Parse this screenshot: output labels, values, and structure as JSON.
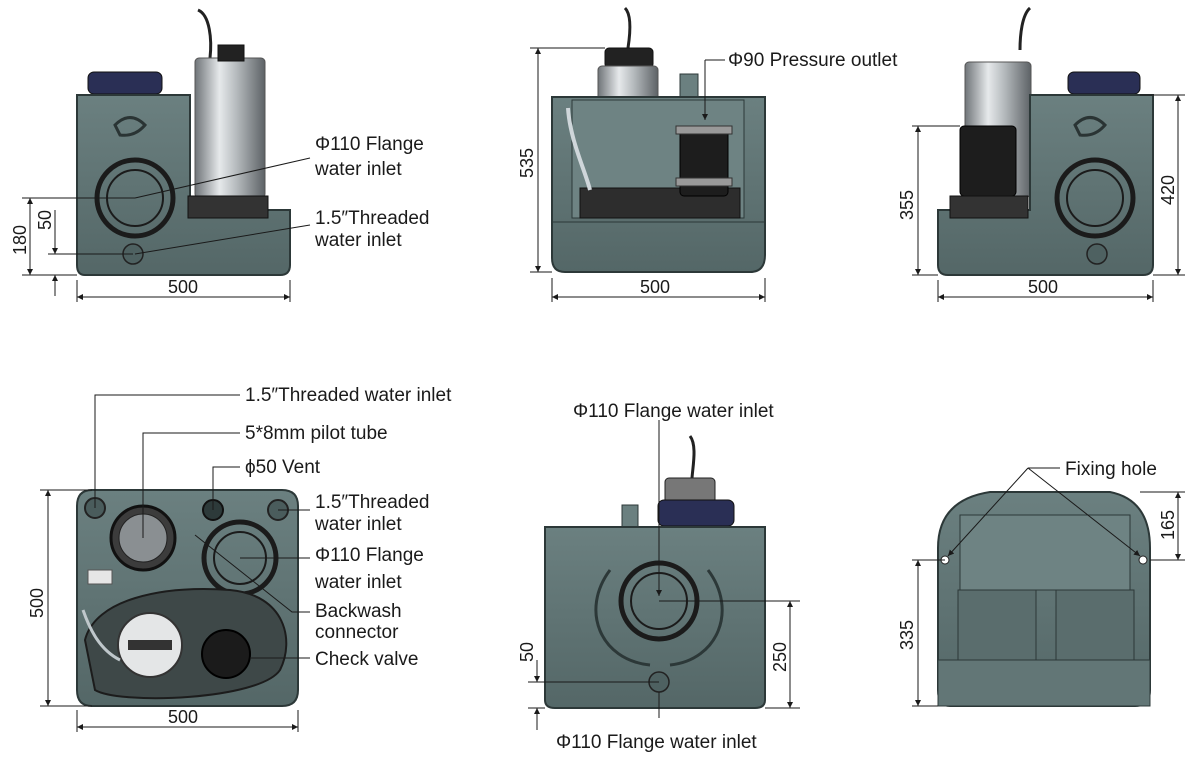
{
  "labels": {
    "front_flange_inlet_line1": "Φ110 Flange",
    "front_flange_inlet_line2": "water inlet",
    "front_threaded_inlet_line1": "1.5″Threaded",
    "front_threaded_inlet_line2": "water inlet",
    "pressure_outlet": "Φ90 Pressure outlet",
    "top_threaded_inlet": "1.5″Threaded water inlet",
    "top_pilot_tube": "5*8mm pilot tube",
    "top_vent": "ϕ50 Vent",
    "top_threaded_inlet2_line1": "1.5″Threaded",
    "top_threaded_inlet2_line2": "water inlet",
    "top_flange_inlet_line1": "Φ110 Flange",
    "top_flange_inlet_line2": "water inlet",
    "top_backwash_line1": "Backwash",
    "top_backwash_line2": "connector",
    "top_check_valve": "Check valve",
    "side_flange_inlet_top": "Φ110 Flange water inlet",
    "side_flange_inlet_bottom": "Φ110 Flange water inlet",
    "fixing_hole": "Fixing hole"
  },
  "dimensions": {
    "front_width": "500",
    "front_h180": "180",
    "front_h50": "50",
    "side_height": "535",
    "side_width": "500",
    "rear_h355": "355",
    "rear_h420": "420",
    "rear_width": "500",
    "top_depth": "500",
    "top_width": "500",
    "side2_h50": "50",
    "side2_h250": "250",
    "bottom_h165": "165",
    "bottom_h335": "335"
  },
  "colors": {
    "housing": "#5f7474",
    "steel": "#b8bcbf",
    "rubber": "#1b1b1b",
    "lid": "#2a2f55"
  }
}
